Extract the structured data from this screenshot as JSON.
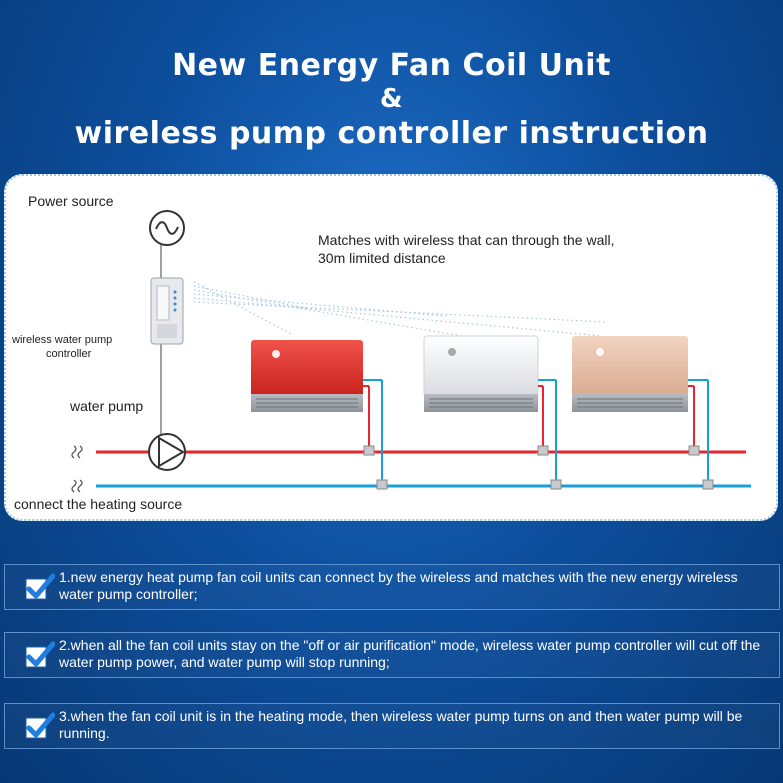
{
  "title": {
    "line1": "New Energy Fan Coil Unit",
    "line2": "&",
    "line3": "wireless pump controller instruction"
  },
  "diagram": {
    "power_source": "Power source",
    "wireless_note_line1": "Matches with wireless that can through the wall,",
    "wireless_note_line2": "30m limited distance",
    "controller_label_line1": "wireless water pump",
    "controller_label_line2": "controller",
    "pump_label": "water pump",
    "heating_source": "connect the heating source",
    "units": [
      {
        "color": "#e23a33"
      },
      {
        "color": "#eef0f3"
      },
      {
        "color": "#e9c3aa"
      }
    ],
    "supply_line_color": "#e8262c",
    "return_line_color": "#1aa0d8"
  },
  "notes": [
    {
      "text": "1.new energy heat pump fan coil units can connect by the wireless and matches with the new energy wireless water pump controller;"
    },
    {
      "text": "2.when all the fan coil units stay on the \"off or air purification\" mode, wireless water pump controller will cut off the water pump power, and water pump will stop running;"
    },
    {
      "text": "3.when the fan coil unit is in the heating mode, then wireless water pump turns on and then water pump will be running."
    }
  ],
  "icons": {
    "power": "ac-power-icon",
    "pump": "pump-icon",
    "check": "checkbox-check-icon"
  }
}
